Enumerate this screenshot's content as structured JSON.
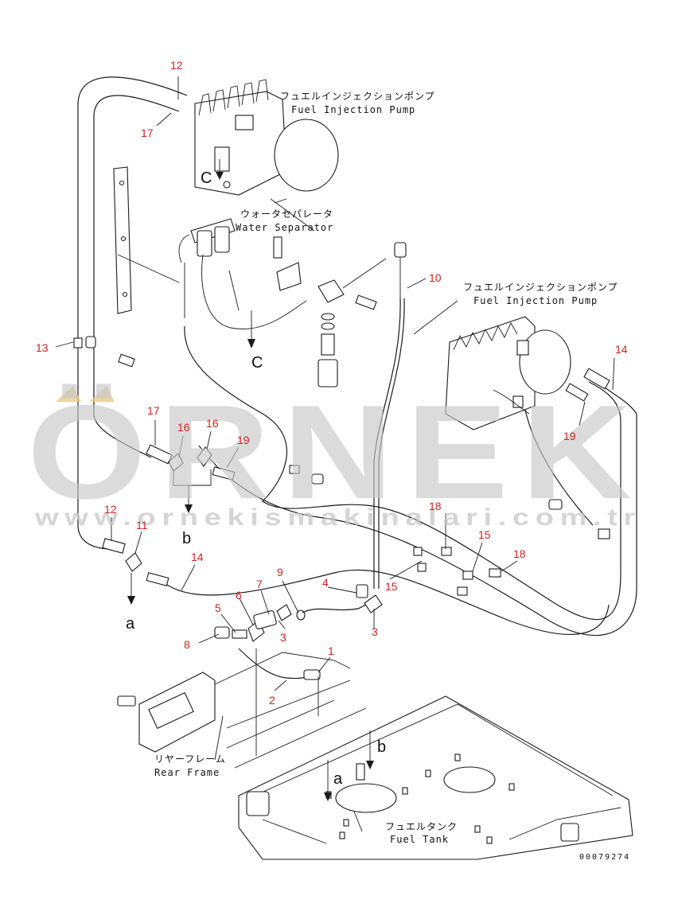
{
  "labels": {
    "fip_top_jp": "フュエルインジェクションポンプ",
    "fip_top_en": "Fuel Injection Pump",
    "ws_jp": "ウォータセパレータ",
    "ws_en": "Water Separator",
    "fip_right_jp": "フュエルインジェクションポンプ",
    "fip_right_en": "Fuel Injection Pump",
    "rf_jp": "リヤーフレーム",
    "rf_en": "Rear Frame",
    "ft_jp": "フュエルタンク",
    "ft_en": "Fuel Tank"
  },
  "refs": {
    "c_top": "C",
    "c_mid": "C",
    "b_left": "b",
    "a_left": "a",
    "a_tank": "a",
    "b_tank": "b"
  },
  "callouts": {
    "n12_top": "12",
    "n17_top": "17",
    "n13": "13",
    "n10": "10",
    "n14_right": "14",
    "n17_mid": "17",
    "n16_a": "16",
    "n16_b": "16",
    "n19_mid": "19",
    "n19_right": "19",
    "n12_low": "12",
    "n11": "11",
    "n14_low": "14",
    "n18_a": "18",
    "n18_b": "18",
    "n15_a": "15",
    "n15_b": "15",
    "n4": "4",
    "n9": "9",
    "n7": "7",
    "n6": "6",
    "n5": "5",
    "n3_a": "3",
    "n3_b": "3",
    "n8": "8",
    "n1": "1",
    "n2": "2"
  },
  "watermark": {
    "main": "ÖRNEK",
    "url": "www.ornekismakinalari.com.tr"
  },
  "drawing_code": "00079274",
  "colors": {
    "callout": "#cc2222",
    "watermark": "#c8c8c8",
    "watermark_accent": "#e8c98a"
  }
}
